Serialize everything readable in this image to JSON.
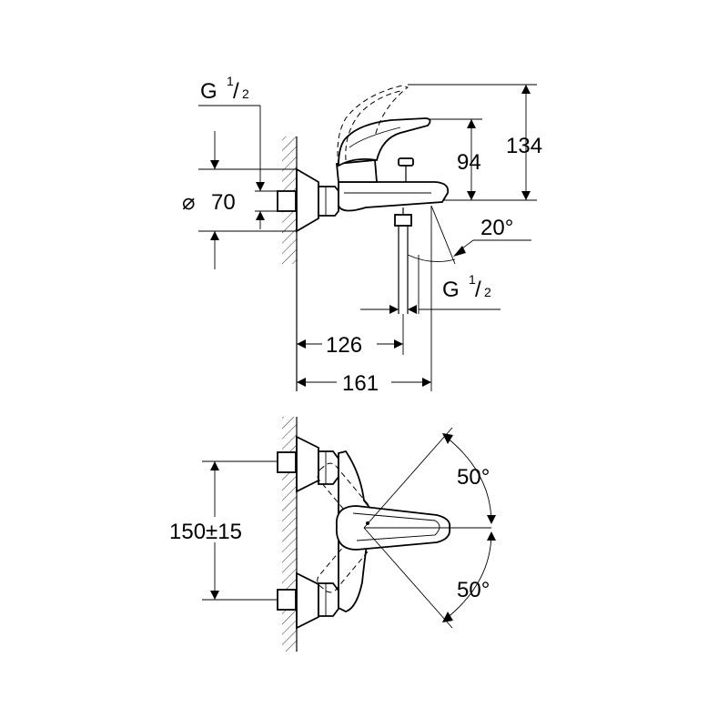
{
  "labels": {
    "thread_top": "G",
    "thread_top_num": "1",
    "thread_top_den": "2",
    "thread_bottom": "G",
    "thread_bottom_num": "1",
    "thread_bottom_den": "2",
    "diameter_symbol": "⌀",
    "diameter": "70",
    "height_spout": "94",
    "height_total": "134",
    "spout_angle": "20°",
    "depth_spout": "126",
    "depth_total": "161",
    "center_distance": "150±15",
    "handle_angle_top": "50°",
    "handle_angle_bottom": "50°"
  }
}
